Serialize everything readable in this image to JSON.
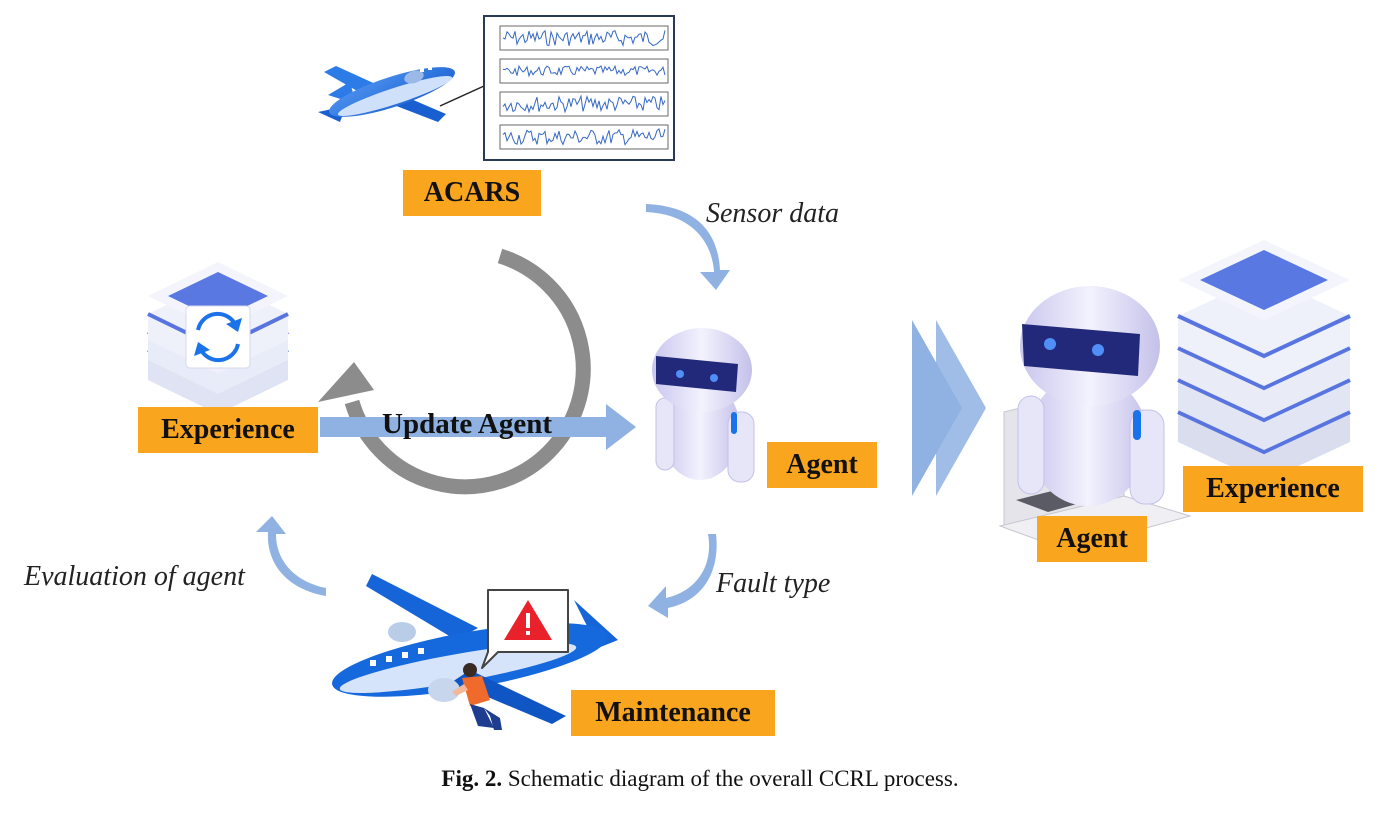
{
  "labels": {
    "acars": "ACARS",
    "experience_left": "Experience",
    "update_agent": "Update Agent",
    "agent_center": "Agent",
    "maintenance": "Maintenance",
    "agent_right": "Agent",
    "experience_right": "Experience",
    "sensor_data": "Sensor data",
    "fault_type": "Fault type",
    "evaluation": "Evaluation of agent"
  },
  "caption": {
    "prefix": "Fig. 2.",
    "text": "Schematic diagram of the overall CCRL process."
  },
  "colors": {
    "tag": "#f9a51e",
    "arrow_blue": "#8fb2e3",
    "cycle_gray": "#8c8c8c",
    "plane_blue": "#1565d8",
    "server_blue": "#5874e0",
    "warning_red": "#e8212b"
  },
  "icons": [
    "airplane-icon",
    "sensor-plot-icon",
    "database-sync-icon",
    "robot-icon",
    "warning-icon",
    "technician-icon",
    "laptop-icon",
    "server-stack-icon"
  ]
}
